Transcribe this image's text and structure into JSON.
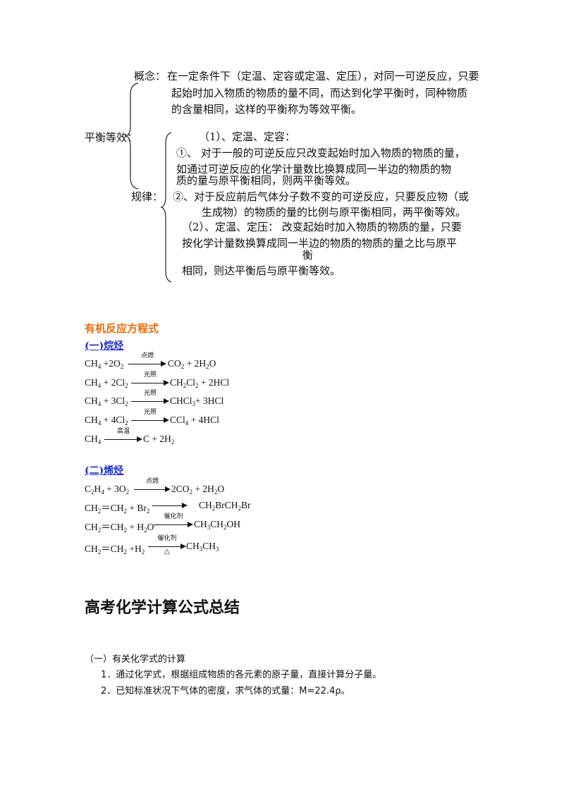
{
  "balance": {
    "title": "平衡等效",
    "colon": "：",
    "concept_label": "概念：",
    "concept_lines": [
      "在一定条件下（定温、定容或定温、定压），对同一可逆反应，只要",
      "起始时加入物质的物质的量不同，而达到化学平衡时，同种物质",
      "的含量相同，这样的平衡称为等效平衡。"
    ],
    "rule_label": "规律：",
    "rule_lines": [
      "（1）、定温、定容：",
      "①、   对于一般的可逆反应只改变起始时加入物质的物质的量，",
      "如通过可逆反应的化学计量数比换算成同一半边的物质的物",
      "质的量与原平衡相同，则两平衡等效。",
      "②、对于反应前后气体分子数不变的可逆反应，只要反应物（或",
      "生成物）的物质的量的比例与原平衡相同，两平衡等效。",
      "（2）、定温、定压：    改变起始时加入物质的物质的量，只要",
      "按化学计量数换算成同一半边的物质的物质的量之比与原平",
      "衡",
      "相同，则达平衡后与原平衡等效。"
    ]
  },
  "organic": {
    "title": "有机反应方程式",
    "alkane_heading": "(一)烷烃",
    "alkene_heading": "(二)烯烃",
    "cond_ignite": "点燃",
    "cond_light": "光照",
    "cond_hightemp": "高温",
    "cond_catalyst": "催化剂",
    "cond_heat": "△"
  },
  "calc": {
    "title": "高考化学计算公式总结",
    "section1": "（一）有关化学式的计算",
    "item1": "1．通过化学式，根据组成物质的各元素的原子量，直接计算分子量。",
    "item2": "2．已知标准状况下气体的密度，求气体的式量：M=22.4ρ。"
  }
}
